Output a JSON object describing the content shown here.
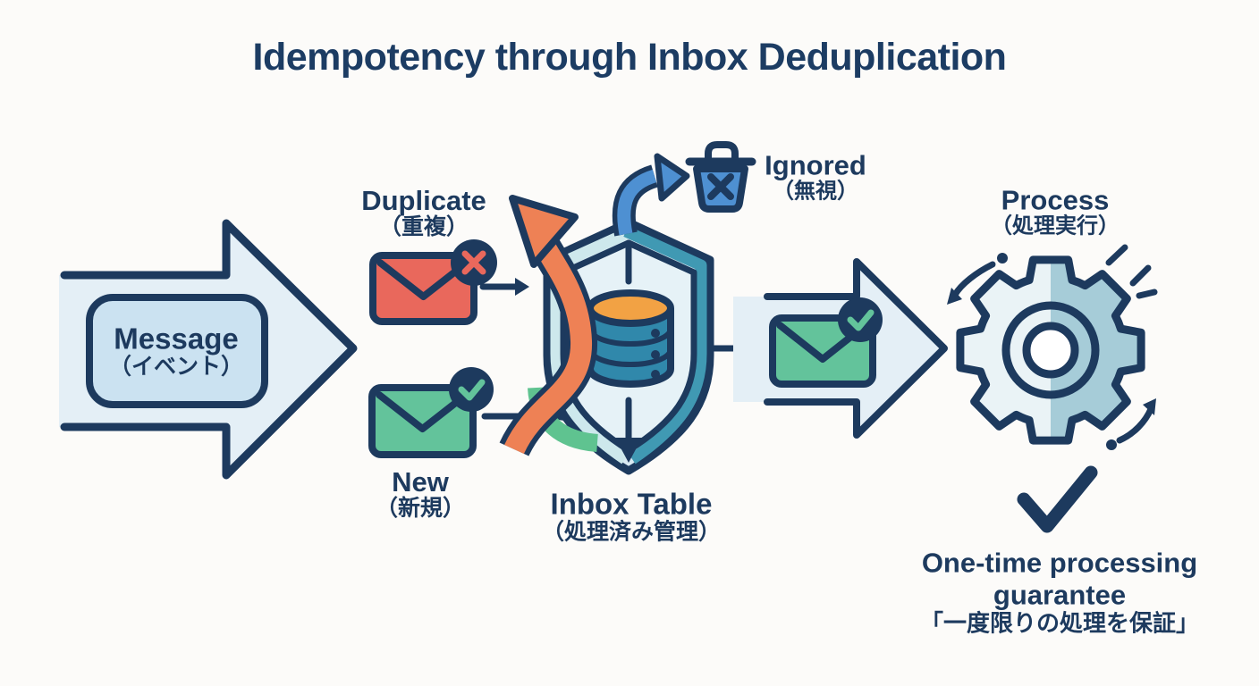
{
  "title": "Idempotency through Inbox Deduplication",
  "palette": {
    "navy_outline": "#1d3a5e",
    "title_navy": "#1c3c63",
    "arrow_light_blue": "#e4eff6",
    "message_box_blue": "#cbe2f1",
    "duplicate_red": "#e9685c",
    "new_green": "#63c39b",
    "database_teal": "#3088ab",
    "database_top_orange": "#f2a244",
    "reject_arrow_orange": "#ee8155",
    "ignore_blue": "#4e90d2",
    "shield_fill": "#d9eaf3",
    "shield_band_teal": "#4099b3",
    "gear_light": "#eaf3f6",
    "gear_teal": "#a6ccd8",
    "arc_green": "#5fc390"
  },
  "nodes": {
    "message": {
      "label": "Message",
      "sublabel": "（イベント）"
    },
    "duplicate": {
      "label": "Duplicate",
      "sublabel": "（重複）"
    },
    "new_msg": {
      "label": "New",
      "sublabel": "（新規）"
    },
    "ignored": {
      "label": "Ignored",
      "sublabel": "（無視）"
    },
    "inbox_table": {
      "label": "Inbox Table",
      "sublabel": "（処理済み管理）"
    },
    "process": {
      "label": "Process",
      "sublabel": "（処理実行）"
    },
    "guarantee": {
      "line1": "One-time processing",
      "line2": "guarantee",
      "line3": "「一度限りの処理を保証」"
    }
  }
}
